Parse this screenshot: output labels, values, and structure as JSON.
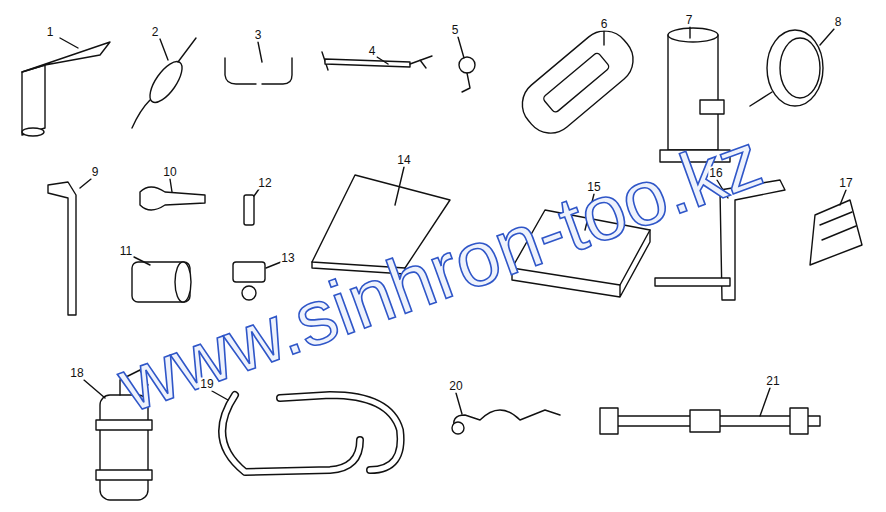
{
  "diagram": {
    "labels": [
      "1",
      "2",
      "3",
      "4",
      "5",
      "6",
      "7",
      "8",
      "9",
      "10",
      "11",
      "12",
      "13",
      "14",
      "15",
      "16",
      "17",
      "18",
      "19",
      "20",
      "21",
      "www.sinhron-too.kz"
    ]
  }
}
